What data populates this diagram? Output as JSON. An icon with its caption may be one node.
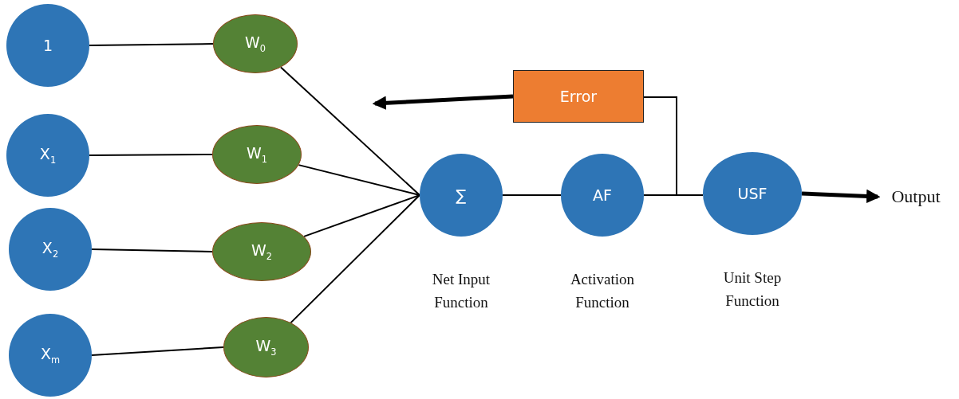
{
  "diagram": {
    "nodes": [
      {
        "text": [
          "1"
        ]
      },
      {
        "text": [
          "X$_{1}$"
        ]
      },
      {
        "text": [
          "X$_{2}$"
        ]
      },
      {
        "text": [
          "X$_{m}$"
        ]
      },
      {
        "text": [
          "W$_{0}$"
        ]
      },
      {
        "text": [
          "W$_{1}$"
        ]
      },
      {
        "text": [
          "W$_{2}$"
        ]
      },
      {
        "text": [
          "W$_{3}$"
        ]
      },
      {
        "text": [
          "∑"
        ],
        "beside": [
          "Net Input Function"
        ]
      },
      {
        "text": [
          "AF"
        ],
        "beside": [
          "Activation Function"
        ]
      },
      {
        "text": [
          "USF"
        ],
        "beside": [
          "Unit Step Function"
        ]
      },
      {
        "text": [
          "Error"
        ]
      },
      {
        "text": [
          "Output"
        ]
      }
    ],
    "edges": [
      {
        "from": 0,
        "to": 4,
        "arrow": "none"
      },
      {
        "from": 1,
        "to": 5,
        "arrow": "none"
      },
      {
        "from": 2,
        "to": 6,
        "arrow": "none"
      },
      {
        "from": 3,
        "to": 7,
        "arrow": "none"
      },
      {
        "from": 4,
        "to": 8,
        "arrow": "none"
      },
      {
        "from": 5,
        "to": 8,
        "arrow": "none"
      },
      {
        "from": 6,
        "to": 8,
        "arrow": "none"
      },
      {
        "from": 7,
        "to": 8,
        "arrow": "none"
      },
      {
        "from": 8,
        "to": 9,
        "arrow": "none"
      },
      {
        "from": 9,
        "to": 10,
        "arrow": "none"
      },
      {
        "from": 9,
        "to": 11,
        "arrow": "none"
      },
      {
        "from": 11,
        "to": null,
        "arrow": "to",
        "style": "thick"
      },
      {
        "from": 10,
        "to": 12,
        "arrow": "to",
        "style": "thick"
      }
    ]
  }
}
